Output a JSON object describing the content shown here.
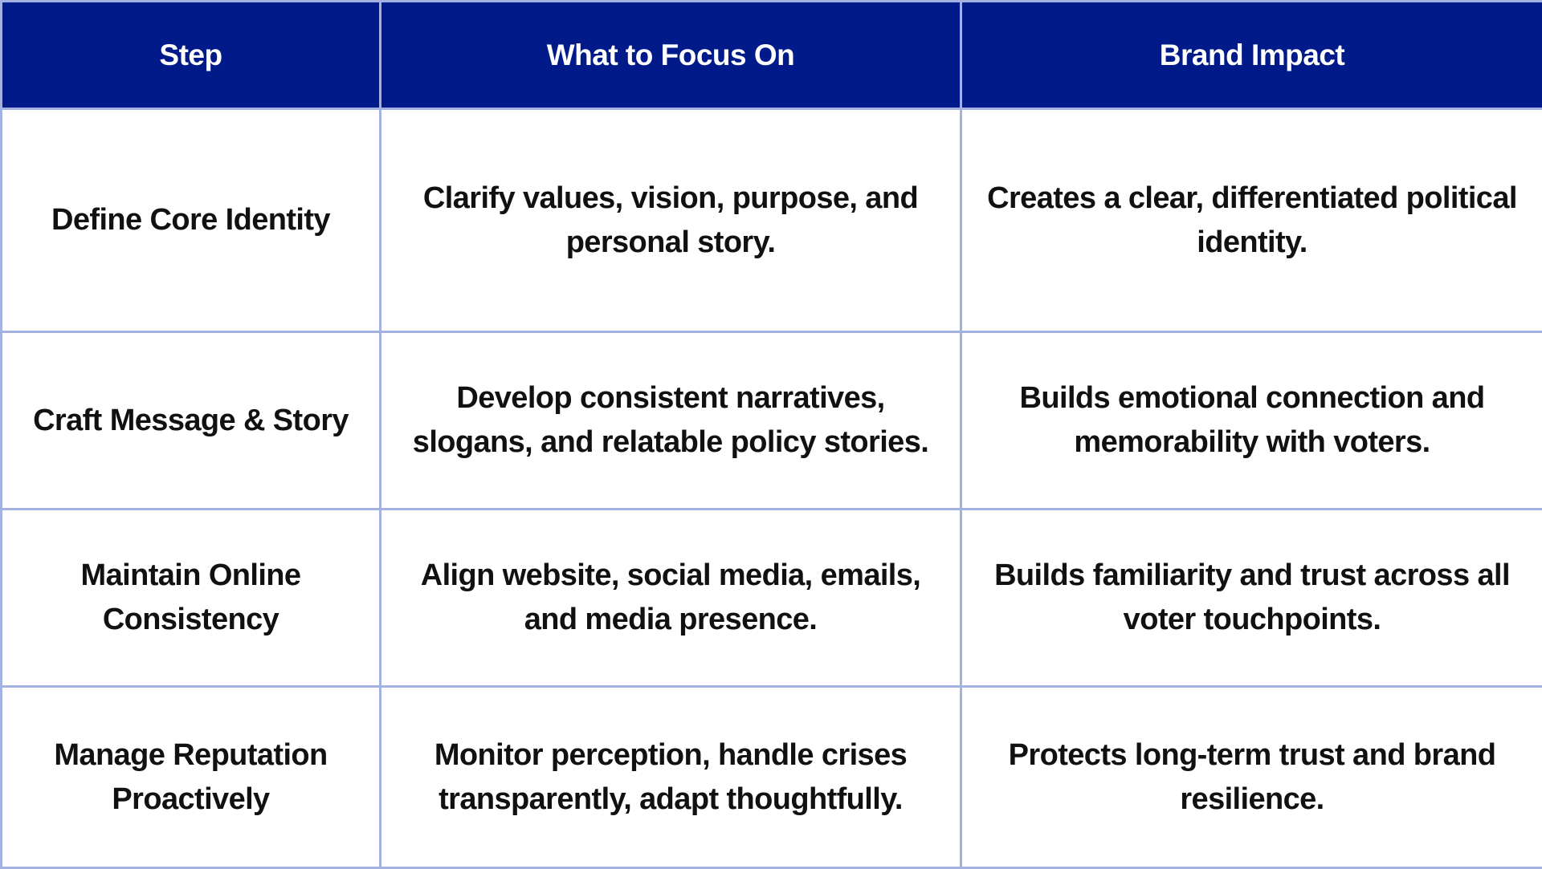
{
  "table": {
    "headers": [
      "Step",
      "What to Focus On",
      "Brand Impact"
    ],
    "rows": [
      {
        "step": "Define Core Identity",
        "focus": "Clarify values, vision, purpose, and personal story.",
        "impact": "Creates a clear, differentiated political identity."
      },
      {
        "step": "Craft Message & Story",
        "focus": "Develop consistent narratives, slogans, and relatable policy stories.",
        "impact": "Builds emotional connection and memorability with voters."
      },
      {
        "step": "Maintain Online Consistency",
        "focus": "Align website, social media, emails, and media presence.",
        "impact": "Builds familiarity and trust across all voter touchpoints."
      },
      {
        "step": "Manage Reputation Proactively",
        "focus": "Monitor perception, handle crises transparently, adapt thoughtfully.",
        "impact": "Protects long-term trust and brand resilience."
      }
    ],
    "colors": {
      "header_bg": "#001a8a",
      "header_text": "#ffffff",
      "border": "#a3b1e3",
      "body_text": "#111111"
    }
  }
}
